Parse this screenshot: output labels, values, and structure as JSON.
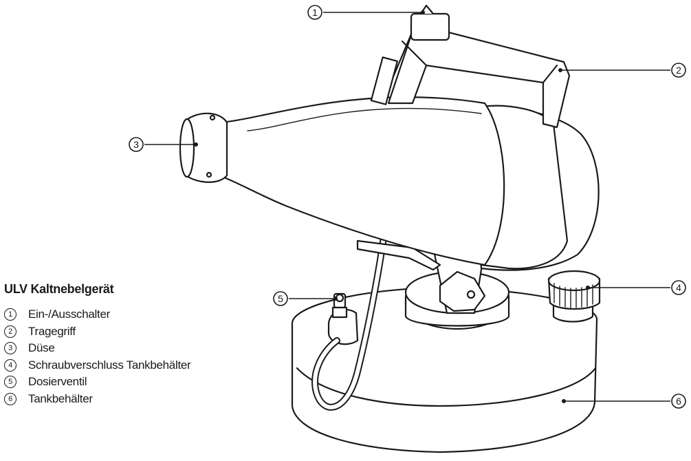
{
  "title": "ULV Kaltnebelgerät",
  "legend": [
    {
      "num": "1",
      "label": "Ein-/Ausschalter"
    },
    {
      "num": "2",
      "label": "Tragegriff"
    },
    {
      "num": "3",
      "label": "Düse"
    },
    {
      "num": "4",
      "label": "Schraubverschluss Tankbehälter"
    },
    {
      "num": "5",
      "label": "Dosierventil"
    },
    {
      "num": "6",
      "label": "Tankbehälter"
    }
  ],
  "callouts": [
    "1",
    "2",
    "3",
    "4",
    "5",
    "6"
  ]
}
